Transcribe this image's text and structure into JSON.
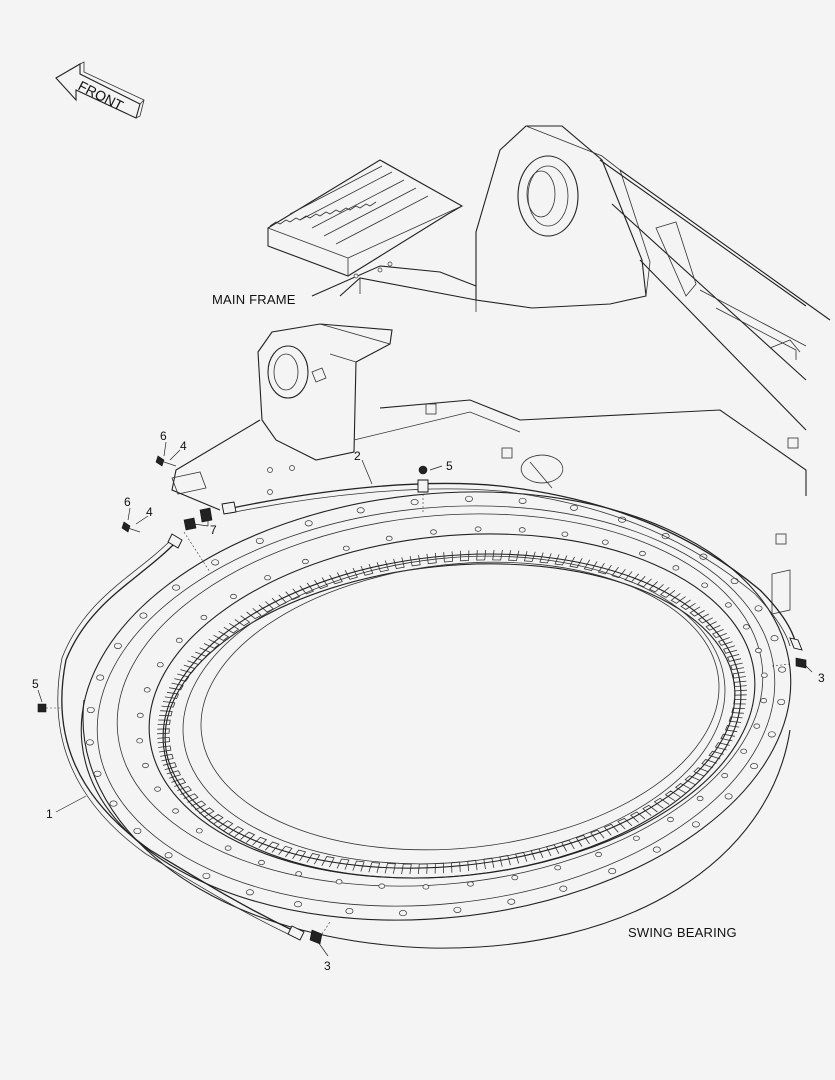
{
  "labels": {
    "front": "FRONT",
    "main_frame": "MAIN FRAME",
    "swing_bearing": "SWING BEARING"
  },
  "callouts": {
    "c1": "1",
    "c2": "2",
    "c3a": "3",
    "c3b": "3",
    "c4a": "4",
    "c4b": "4",
    "c5a": "5",
    "c5b": "5",
    "c6a": "6",
    "c6b": "6",
    "c7": "7"
  }
}
